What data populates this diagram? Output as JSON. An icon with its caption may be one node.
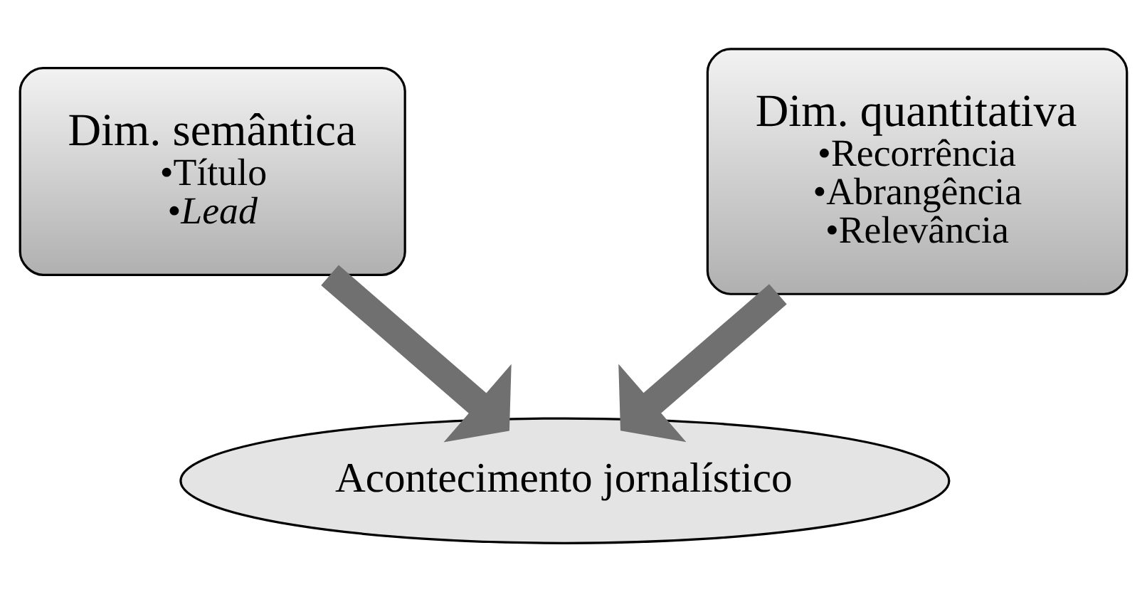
{
  "diagram": {
    "nodes": [
      {
        "text": [
          "Dim. semântica",
          "•Título",
          "•*Lead*"
        ]
      },
      {
        "text": [
          "Dim. quantitativa",
          "•Recorrência",
          "•Abrangência",
          "•Relevância"
        ]
      },
      {
        "text": [
          "Acontecimento jornalístico"
        ]
      }
    ],
    "edges": [
      {
        "from": 0,
        "to": 2,
        "arrow": "to"
      },
      {
        "from": 1,
        "to": 2,
        "arrow": "to"
      }
    ]
  }
}
